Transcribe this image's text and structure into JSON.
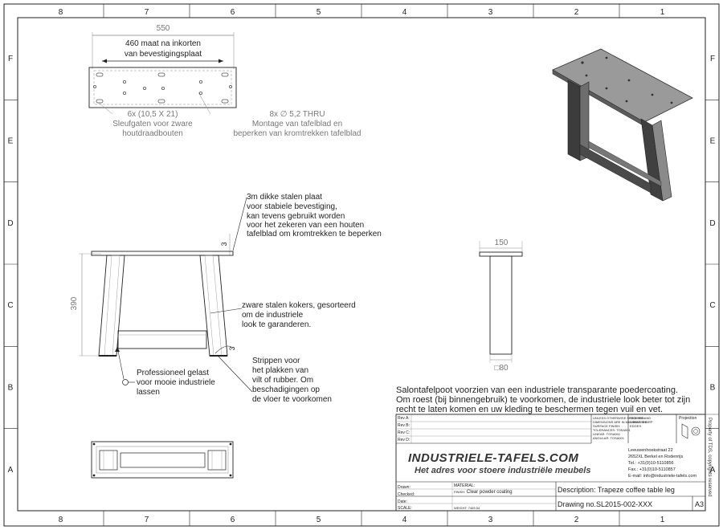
{
  "frame": {
    "cols": [
      "8",
      "7",
      "6",
      "5",
      "4",
      "3",
      "2",
      "1"
    ],
    "rows": [
      "F",
      "E",
      "D",
      "C",
      "B",
      "A"
    ]
  },
  "top_view": {
    "width_dim": "550",
    "inner_note": [
      "460 maat na inkorten",
      "van bevestigingsplaat"
    ],
    "slots_note": [
      "6x (10,5 X 21)",
      "Sleufgaten voor zware",
      "houtdraadbouten"
    ],
    "holes_note": [
      "8x ∅ 5,2 THRU",
      "Montage van tafelblad en",
      "beperken van kromtrekken tafelblad"
    ]
  },
  "front_view": {
    "plate_note": [
      "3m dikke stalen plaat",
      "voor stabiele bevestiging,",
      "kan tevens gebruikt worden",
      "voor het zekeren van een houten",
      "tafelblad om kromtrekken te beperken"
    ],
    "plate_dim": "3",
    "height_dim": "390",
    "tube_note": [
      "zware stalen kokers, gesorteerd",
      "om de industriele",
      "look te garanderen."
    ],
    "strip_dim": "3",
    "strip_note": [
      "Strippen voor",
      "het plakken van",
      "vilt of rubber. Om",
      "beschadigingen op",
      "de vloer te voorkomen"
    ],
    "weld_note": [
      "Professioneel gelast",
      "voor mooie industriele",
      "lassen"
    ]
  },
  "side_view": {
    "width_dim": "150",
    "tube_dim": "□80"
  },
  "description": [
    "Salontafelpoot voorzien van een industriele transparante poedercoating.",
    "Om roest (bij binnengebruik) te voorkomen, de industriele look beter tot zijn",
    "recht te laten komen en uw kleding te beschermen tegen vuil en vet."
  ],
  "title_block": {
    "rev_rows": [
      "Rev A:",
      "Rev B:",
      "Rev C:",
      "Rev D:"
    ],
    "tolerance_lines": [
      "UNLESS OTHERWISE SPECIFIED:",
      "DIMENSIONS ARE IN MILLIMETERS",
      "SURFACE FINISH:",
      "TOLERANCES: TOSA001",
      "LINEAR: TOSA001",
      "ANGULAR: TOSA001"
    ],
    "deburr_lines": [
      "DEBURR AND",
      "BREAK SHARP",
      "EDGES"
    ],
    "projection_label": "Projection",
    "side_strip": "Property of TDS, copyrights reserved",
    "brand": "INDUSTRIELE-TAFELS.COM",
    "slogan": "Het adres voor stoere industriële meubels",
    "address": [
      "Leeuwenhoekstraat 22",
      "2652XL Berkel en Rodenrijs",
      "Tel.: +31(0)10-5110856",
      "Fax.: +31(0)10-5110857",
      "E-mail: info@industriele-tafels.com"
    ],
    "drawn_label": "Drawn:",
    "checked_label": "Checked:",
    "date_label": "Date:",
    "scale_label": "SCALE:",
    "material_label": "MATERIAL:",
    "finish_label": "FINISH:",
    "finish_value": "Clear powder coating",
    "weight_label": "WEIGHT: 7469.54",
    "description_label": "Description:",
    "description_value": "Trapeze coffee table leg",
    "drawing_no_label": "Drawing no.",
    "drawing_no_value": "SL2015-002-XXX",
    "sheet_size": "A3"
  }
}
